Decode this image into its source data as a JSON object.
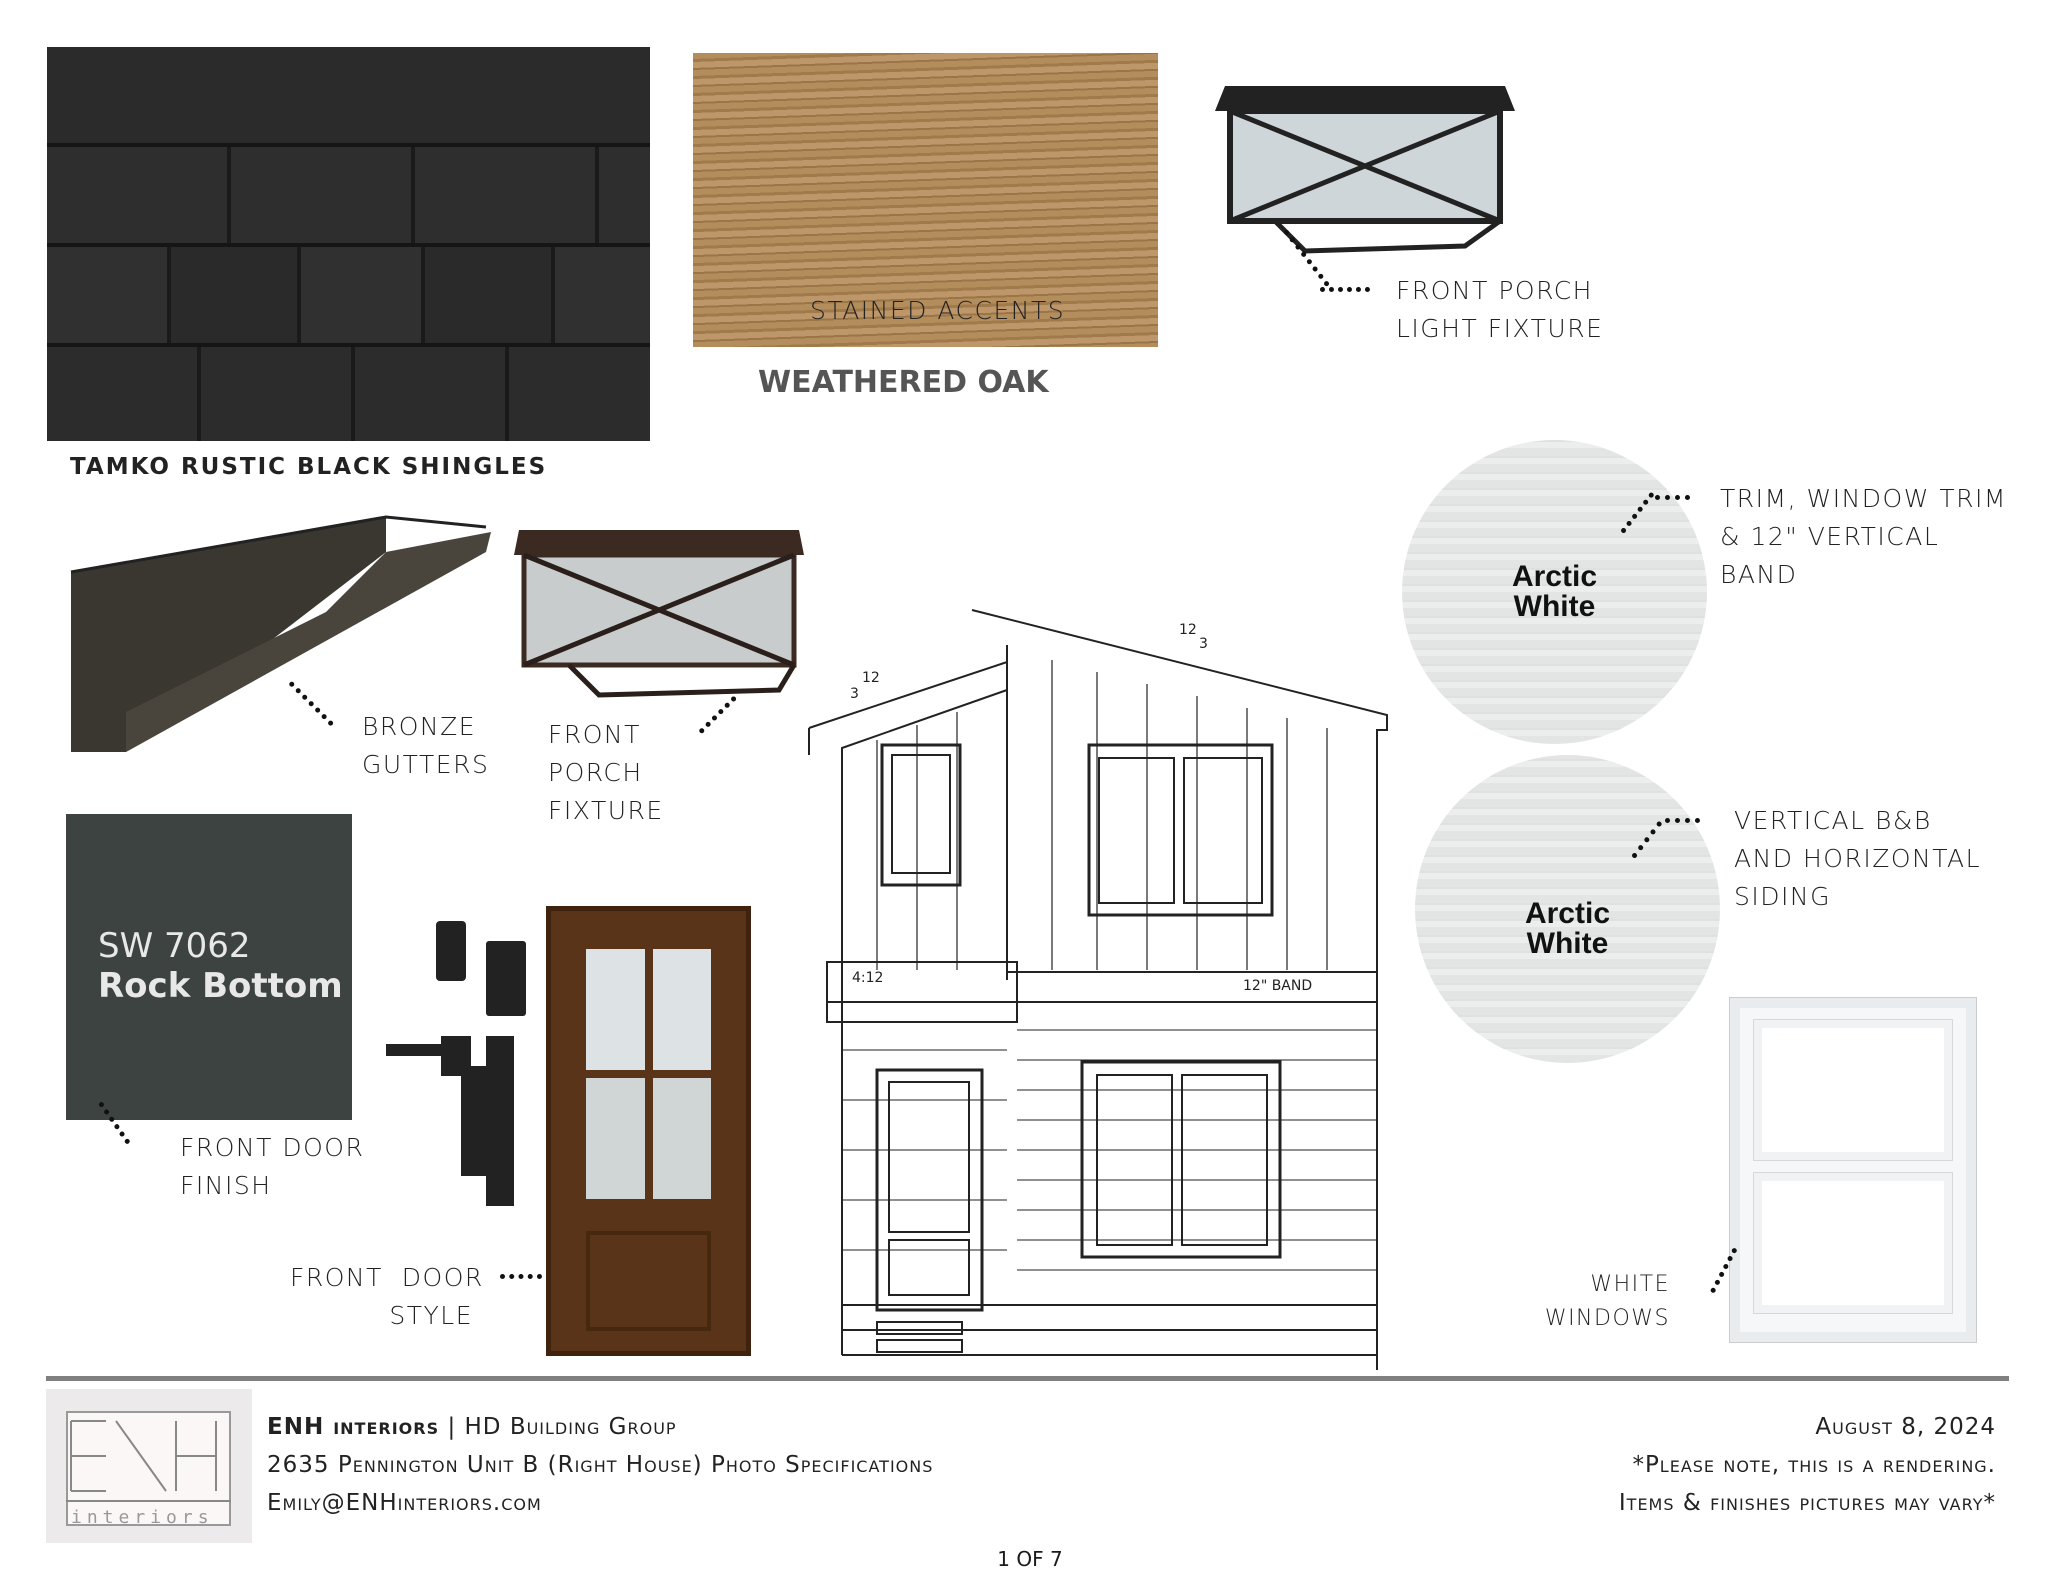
{
  "shingles": {
    "label": "TAMKO RUSTIC BLACK SHINGLES"
  },
  "wood": {
    "caption": "STAINED ACCENTS",
    "name": "WEATHERED OAK"
  },
  "porch_light": {
    "label": "FRONT PORCH\nLIGHT FIXTURE"
  },
  "gutters": {
    "label": "BRONZE\nGUTTERS"
  },
  "porch_fixture": {
    "label": "FRONT\nPORCH\nFIXTURE"
  },
  "door_finish": {
    "code": "SW 7062",
    "name": "Rock Bottom",
    "label": "FRONT DOOR\nFINISH"
  },
  "door_style": {
    "label": "FRONT  DOOR\nSTYLE"
  },
  "trim": {
    "swatch": "Arctic\nWhite",
    "label": "TRIM, WINDOW TRIM\n& 12\" VERTICAL\nBAND"
  },
  "siding": {
    "swatch": "Arctic\nWhite",
    "label": "VERTICAL B&B\nAND HORIZONTAL\nSIDING"
  },
  "windows": {
    "label": "WHITE\nWINDOWS"
  },
  "drawing": {
    "pitch_left_rise": "3",
    "pitch_left_run": "12",
    "pitch_right_rise": "3",
    "pitch_right_run": "12",
    "porch_pitch": "4:12",
    "band": "12\" BAND"
  },
  "footer": {
    "company": "ENH interiors",
    "client": "| HD Building Group",
    "project": "2635 Pennington Unit B (Right House) Photo Specifications",
    "email": "Emily@ENHinteriors.com",
    "date": "August 8, 2024",
    "note1": "*Please note, this is a rendering.",
    "note2": "Items & finishes pictures may vary*",
    "page": "1 OF 7",
    "logo_text": "ENH interiors"
  },
  "colors": {
    "rock_bottom": "#3d4340",
    "rule": "#808080"
  }
}
